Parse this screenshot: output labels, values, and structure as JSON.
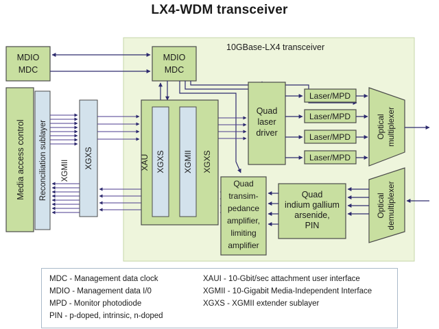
{
  "title": "LX4-WDM transceiver",
  "transceiver_label": "10GBase-LX4 transceiver",
  "blocks": {
    "mdio_left_1": "MDIO",
    "mdio_left_2": "MDC",
    "mdio_inner_1": "MDIO",
    "mdio_inner_2": "MDC",
    "media_access_control": "Media access control",
    "reconciliation_sublayer": "Reconciliation sublayer",
    "xgmii_bus_label": "XGMII",
    "xgxs_left": "XGXS",
    "xau": "XAU",
    "xgxs_inner": "XGXS",
    "xgmii_inner": "XGMII",
    "xgxs_right": "XGXS",
    "quad_laser_driver": [
      "Quad",
      "laser",
      "driver"
    ],
    "lasers": [
      "Laser/MPD",
      "Laser/MPD",
      "Laser/MPD",
      "Laser/MPD"
    ],
    "optical_multiplexer": [
      "Optical",
      "multiplexer"
    ],
    "optical_demultiplexer": [
      "Optical",
      "demultiplexer"
    ],
    "quad_tia": [
      "Quad",
      "transim-",
      "pedance",
      "amplifier,",
      "limiting",
      "amplifier"
    ],
    "quad_ingaas": [
      "Quad",
      "indium gallium",
      "arsenide,",
      "PIN"
    ]
  },
  "legend": [
    "MDC - Management data clock",
    "MDIO - Management data I/0",
    "MPD - Monitor photodiode",
    "PIN - p-doped, intrinsic, n-doped",
    "XAUI - 10-Gbit/sec attachment user interface",
    "XGMII - 10-Gigabit Media-Independent Interface",
    "XGXS - XGMII extender sublayer"
  ],
  "colors": {
    "outer_panel": "#eef5dc",
    "green_block": "#c8dfa0",
    "blue_block": "#d3e2ec",
    "line": "#2d2a6e",
    "border": "#4a4a4a"
  }
}
